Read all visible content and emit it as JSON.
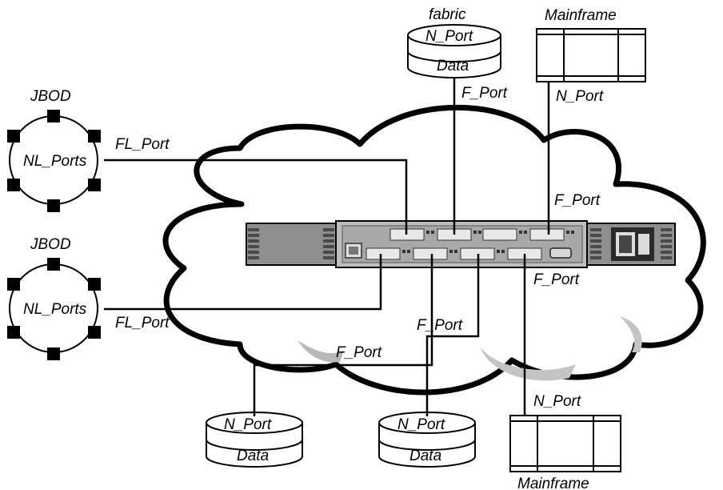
{
  "labels": {
    "fabric_top": "fabric",
    "mainframe_top": "Mainframe",
    "mainframe_bottom": "Mainframe",
    "jbod1": "JBOD",
    "jbod2": "JBOD",
    "nl_ports_1": "NL_Ports",
    "nl_ports_2": "NL_Ports",
    "fl_port_1": "FL_Port",
    "fl_port_2": "FL_Port",
    "f_port_top": "F_Port",
    "n_port_top_mainframe": "N_Port",
    "f_port_right_upper": "F_Port",
    "f_port_right_lower": "F_Port",
    "f_port_mid_left": "F_Port",
    "f_port_mid_center": "F_Port",
    "n_port_bottom_mainframe": "N_Port",
    "disk_top_port": "N_Port",
    "disk_top_data": "Data",
    "disk_bl_port": "N_Port",
    "disk_bl_data": "Data",
    "disk_bc_port": "N_Port",
    "disk_bc_data": "Data"
  }
}
